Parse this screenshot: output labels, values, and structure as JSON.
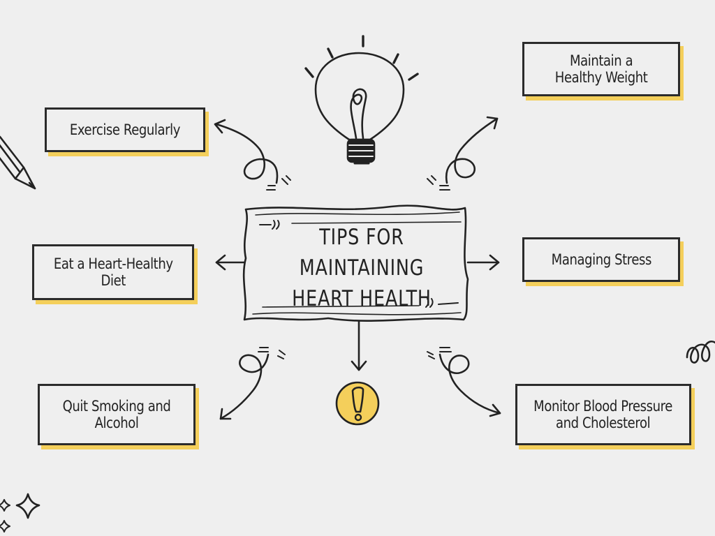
{
  "diagram": {
    "title_lines": [
      "TIPS FOR",
      "MAINTAINING",
      "HEART HEALTH"
    ],
    "tips": [
      {
        "id": "exercise",
        "lines": [
          "Exercise Regularly"
        ]
      },
      {
        "id": "diet",
        "lines": [
          "Eat a Heart-Healthy",
          "Diet"
        ]
      },
      {
        "id": "smoking",
        "lines": [
          "Quit Smoking and",
          "Alcohol"
        ]
      },
      {
        "id": "weight",
        "lines": [
          "Maintain a",
          "Healthy Weight"
        ]
      },
      {
        "id": "stress",
        "lines": [
          "Managing Stress"
        ]
      },
      {
        "id": "blood-pressure",
        "lines": [
          "Monitor Blood Pressure",
          "and Cholesterol"
        ]
      }
    ]
  },
  "colors": {
    "background": "#efefef",
    "ink": "#2b2b2b",
    "accent": "#f4cf5b"
  },
  "icons": [
    "lightbulb-icon",
    "exclamation-icon",
    "pencil-icon",
    "sparkle-icon",
    "swirl-icon"
  ]
}
